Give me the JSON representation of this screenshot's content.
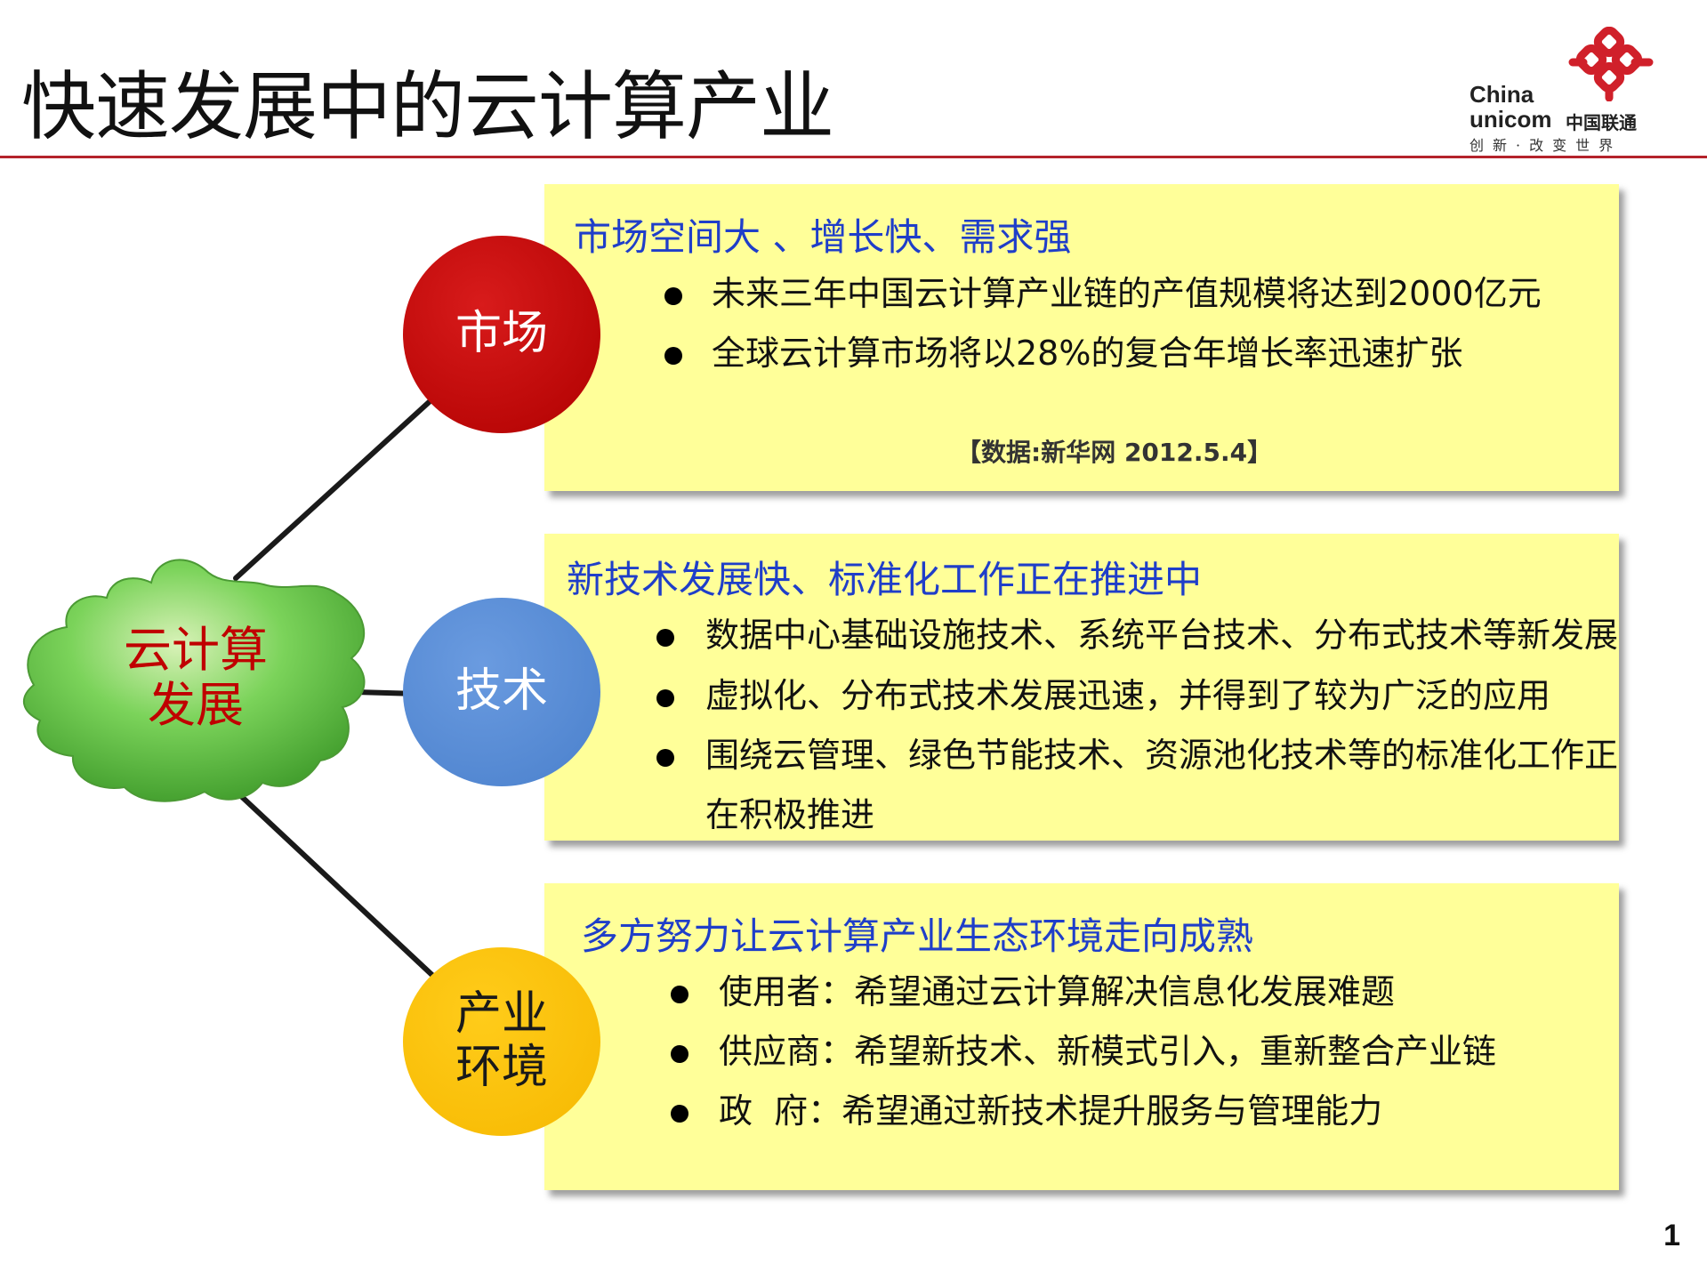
{
  "header": {
    "title": "快速发展中的云计算产业"
  },
  "logo": {
    "en_line1": "China",
    "en_line2": "unicom",
    "cn": "中国联通",
    "slogan": "创新·改变世界"
  },
  "cloud": {
    "label_line1": "云计算",
    "label_line2": "发展"
  },
  "colors": {
    "accent_rule": "#b4222b",
    "market": "#c00000",
    "technology": "#4f86d0",
    "industry": "#ffc000",
    "panel": "#ffff99",
    "heading": "#1f3ec9",
    "cloud_green": "#5cbf3f"
  },
  "market": {
    "circle_label": "市场",
    "heading": "市场空间大 、增长快、需求强",
    "bullets": [
      "未来三年中国云计算产业链的产值规模将达到2000亿元",
      "全球云计算市场将以28%的复合年增长率迅速扩张"
    ],
    "source": "【数据:新华网 2012.5.4】"
  },
  "technology": {
    "circle_label": "技术",
    "heading": "新技术发展快、标准化工作正在推进中",
    "bullets": [
      "数据中心基础设施技术、系统平台技术、分布式技术等新发展",
      "虚拟化、分布式技术发展迅速，并得到了较为广泛的应用",
      "围绕云管理、绿色节能技术、资源池化技术等的标准化工作正",
      "在积极推进"
    ]
  },
  "industry": {
    "circle_label_line1": "产业",
    "circle_label_line2": "环境",
    "heading": "多方努力让云计算产业生态环境走向成熟",
    "bullets": [
      "使用者：希望通过云计算解决信息化发展难题",
      "供应商：希望新技术、新模式引入，重新整合产业链",
      "政  府：希望通过新技术提升服务与管理能力"
    ]
  },
  "page_number": "1"
}
